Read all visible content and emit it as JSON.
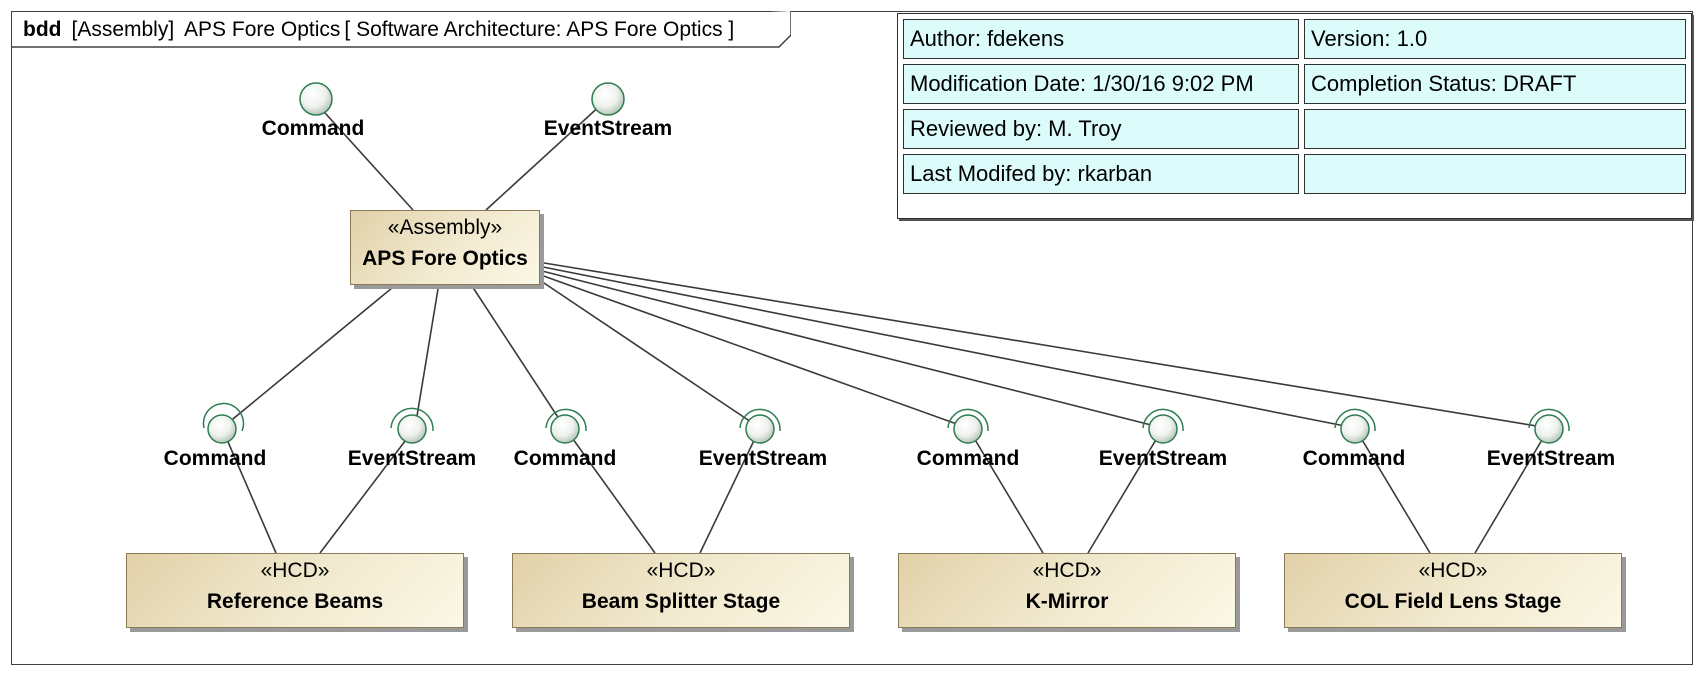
{
  "frame": {
    "kind": "bdd",
    "element_type": "[Assembly]",
    "name": "APS Fore Optics",
    "diagram_name": "[ Software Architecture: APS Fore Optics ]"
  },
  "info_table": {
    "author": "Author: fdekens",
    "version": "Version: 1.0",
    "modification_date": "Modification Date: 1/30/16 9:02 PM",
    "completion_status": "Completion Status: DRAFT",
    "reviewed_by": "Reviewed by: M. Troy",
    "reviewed_extra": "",
    "last_modified_by": "Last Modifed by: rkarban",
    "last_modified_extra": ""
  },
  "assembly": {
    "stereotype": "«Assembly»",
    "name": "APS Fore Optics",
    "ports": [
      "Command",
      "EventStream"
    ]
  },
  "hcds": [
    {
      "stereotype": "«HCD»",
      "name": "Reference Beams",
      "ports": [
        "Command",
        "EventStream"
      ]
    },
    {
      "stereotype": "«HCD»",
      "name": "Beam Splitter Stage",
      "ports": [
        "Command",
        "EventStream"
      ]
    },
    {
      "stereotype": "«HCD»",
      "name": "K-Mirror",
      "ports": [
        "Command",
        "EventStream"
      ]
    },
    {
      "stereotype": "«HCD»",
      "name": "COL Field Lens Stage",
      "ports": [
        "Command",
        "EventStream"
      ]
    }
  ],
  "colors": {
    "block_fill": "#f2ead0",
    "block_border": "#8c7a57",
    "info_cell": "#dcfbfb",
    "lollipop_stroke": "#2e7d4f"
  }
}
